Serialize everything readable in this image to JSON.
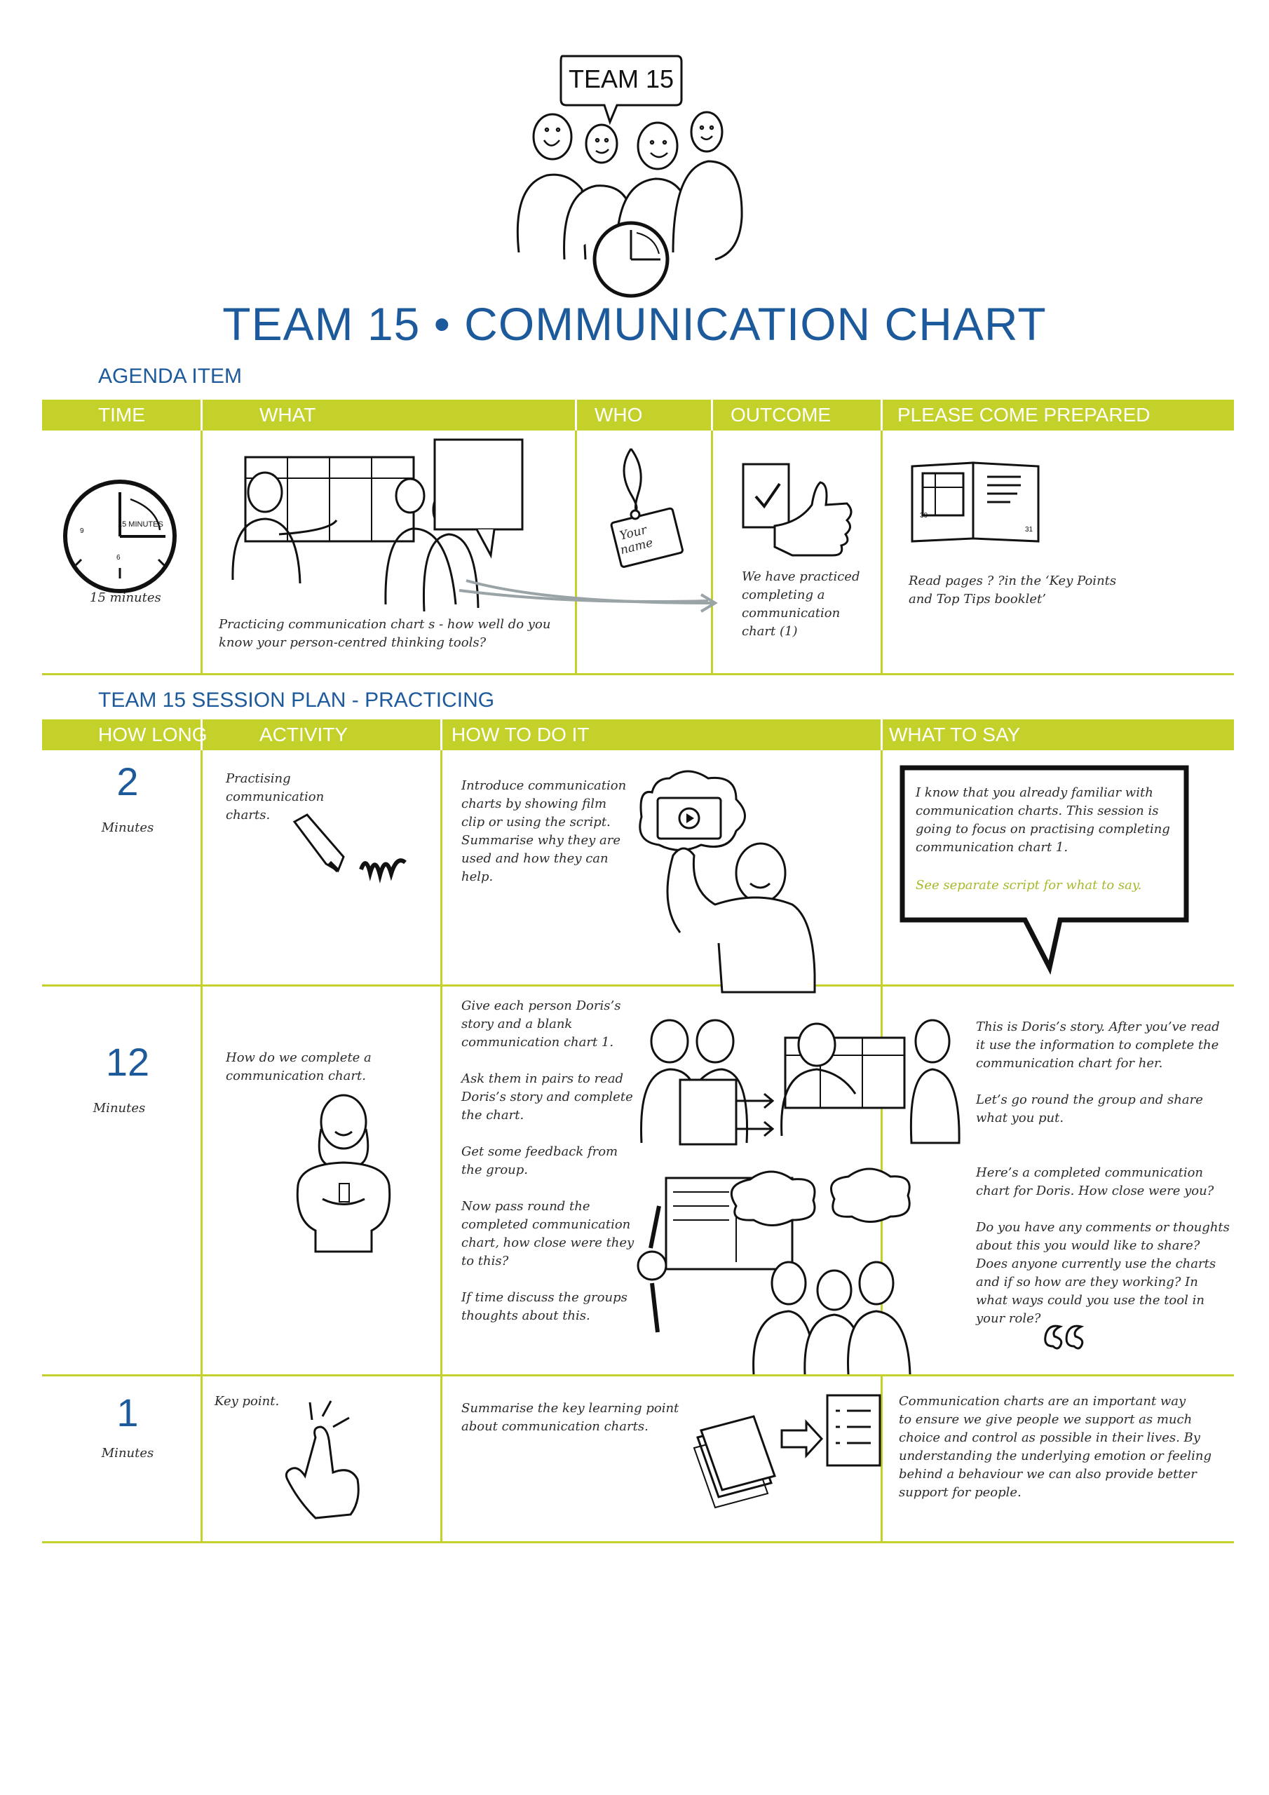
{
  "banner": {
    "label": "TEAM 15"
  },
  "title": "TEAM 15 • COMMUNICATION CHART",
  "agenda": {
    "section_label": "AGENDA ITEM",
    "headers": [
      "TIME",
      "WHAT",
      "WHO",
      "OUTCOME",
      "PLEASE COME PREPARED"
    ],
    "clock_label": "15 MINUTES",
    "clock_numbers": [
      "9",
      "6"
    ],
    "time_text": "15 minutes",
    "what_text": "Practicing communication chart s - how well do you\nknow your person-centred thinking tools?",
    "who_tag": "Your\nname",
    "outcome_text": "We have practiced\ncompleting a\ncommunication\nchart (1)",
    "booklet_pages": [
      "30",
      "31"
    ],
    "prepared_text": "Read pages ? ?in the ‘Key Points\nand Top Tips booklet’"
  },
  "session": {
    "section_label": "TEAM 15 SESSION PLAN - PRACTICING",
    "headers": [
      "HOW LONG",
      "ACTIVITY",
      "HOW TO DO IT",
      "WHAT TO SAY"
    ],
    "rows": [
      {
        "duration": "2",
        "unit": "Minutes",
        "activity": "Practising\ncommunication\ncharts.",
        "how": "Introduce communication\ncharts by showing film\nclip or  using the script.\nSummarise why they are\nused and how they can\nhelp.",
        "say": "I know that you already familiar with\ncommunication charts. This session is\ngoing to focus on practising completing\ncommunication chart 1.",
        "say_note": "See separate script for what to say."
      },
      {
        "duration": "12",
        "unit": "Minutes",
        "activity": "How do we complete a\ncommunication chart.",
        "how": "Give each person Doris’s\nstory and a blank\ncommunication chart 1.\n\nAsk them in pairs to read\nDoris’s story and complete\nthe chart.\n\nGet some feedback from\nthe group.\n\nNow pass round the\ncompleted communication\nchart, how close were they\nto this?\n\nIf time discuss the groups\nthoughts about this.",
        "say_a": "This is Doris’s story. After you’ve read\nit use the information to complete the\ncommunication chart for her.\n\nLet’s go round the group and  share\nwhat you put.",
        "say_b": "Here’s a completed communication\nchart for Doris. How close were you?\n\nDo you have any comments or thoughts\nabout this you would like to share?\nDoes anyone currently use the charts\nand if so how are they working? In\nwhat ways could you use the tool in\nyour role?"
      },
      {
        "duration": "1",
        "unit": "Minutes",
        "activity": "Key point.",
        "how": "Summarise the key learning point\nabout communication charts.",
        "say": "Communication charts are an important way\nto ensure we give people we support as much\nchoice and control as possible in their lives. By\nunderstanding the underlying emotion or feeling\nbehind a behaviour we can also provide better\nsupport for people."
      }
    ]
  },
  "colors": {
    "accent_green": "#c4d12a",
    "title_blue": "#1d5a9c",
    "ink": "#2b2b2b",
    "arrow_grey": "#9aa3a6"
  }
}
